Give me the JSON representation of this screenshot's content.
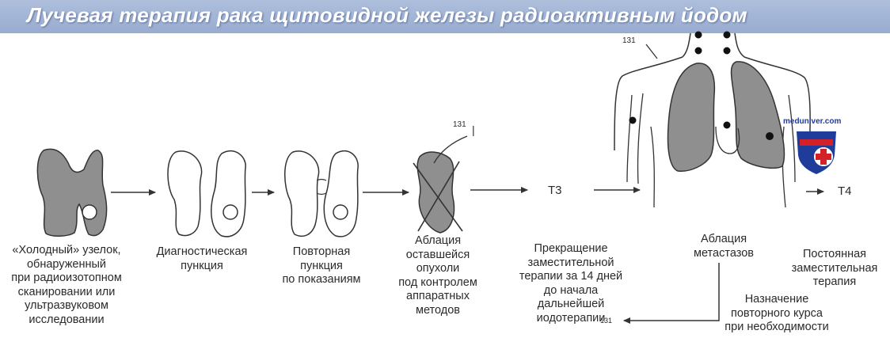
{
  "title": "Лучевая терапия рака щитовидной железы радиоактивным йодом",
  "steps": [
    {
      "id": "cold-nodule",
      "label": "«Холодный» узелок,\nобнаруженный\nпри радиоизотопном\nсканировании или\nультразвуковом\nисследовании"
    },
    {
      "id": "diagnostic-puncture",
      "label": "Диагностическая\nпункция"
    },
    {
      "id": "repeat-puncture",
      "label": "Повторная\nпункция\nпо показаниям"
    },
    {
      "id": "ablation-remaining",
      "label": "Аблация\nоставшейся\nопухоли\nпод контролем\nаппаратных\nметодов"
    },
    {
      "id": "stop-replacement",
      "label": "Прекращение\nзаместительной\nтерапии за 14 дней\nдо начала\nдальнейшей\nиодотерапии"
    },
    {
      "id": "metastasis-ablation",
      "label": "Аблация\nметастазов"
    },
    {
      "id": "permanent-replacement",
      "label": "Постоянная\nзаместительная\nтерапия"
    },
    {
      "id": "repeat-course",
      "label": "Назначение\nповторного курса\nпри необходимости"
    }
  ],
  "markers": {
    "iodine_ablation": "131",
    "iodine_body": "131",
    "iodine_footnote": "131",
    "t3": "T3",
    "t4": "T4"
  },
  "watermark": "meduniver.com",
  "colors": {
    "banner": "#a5b7d8",
    "gland_fill": "#8f8f8f",
    "line": "#333333",
    "shield_red": "#d42027",
    "shield_blue": "#1f3c9a"
  }
}
